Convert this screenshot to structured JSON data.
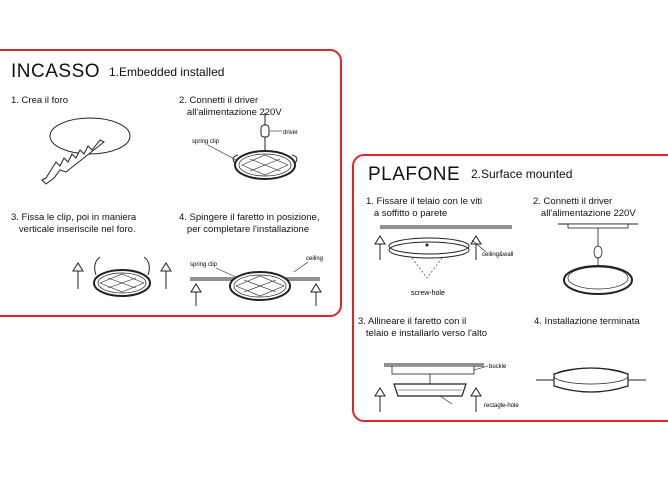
{
  "incasso": {
    "title": "INCASSO",
    "subtitle": "1.Embedded installed",
    "steps": [
      {
        "text": "1. Crea il foro"
      },
      {
        "text": "2. Connetti il driver\n   all'alimentazione 220V"
      },
      {
        "text": "3. Fissa le clip, poi in maniera\n   verticale inseriscile nel foro."
      },
      {
        "text": "4. Spingere il faretto in posizione,\n   per completare l'installazione"
      }
    ],
    "labels": {
      "spring_clip": "spring clip",
      "driver": "driver",
      "spring_clip_2": "spring clip",
      "ceiling": "ceiling"
    }
  },
  "plafone": {
    "title": "PLAFONE",
    "subtitle": "2.Surface mounted",
    "steps": [
      {
        "text": "1. Fissare il telaio con le viti\n   a soffitto o parete"
      },
      {
        "text": "2. Connetti il driver\n   all'alimentazione 220V"
      },
      {
        "text": "3. Allineare il faretto con il\n   telaio e installarlo verso l'alto"
      },
      {
        "text": "4. Installazione terminata"
      }
    ],
    "labels": {
      "ceiling_wall": "ceiling&wall",
      "screw_hole": "screw-hole",
      "buckle": "buckle",
      "rectangle_hole": "rectagle-hole"
    }
  },
  "colors": {
    "frame": "#e0242b",
    "line": "#222222"
  }
}
